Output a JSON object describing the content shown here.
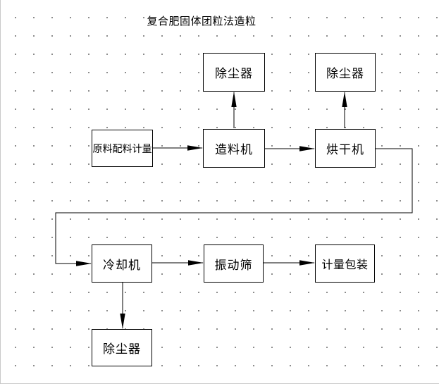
{
  "title": "复合肥固体团粒法造粒",
  "nodes": {
    "dust_top_left": {
      "label": "除尘器"
    },
    "dust_top_right": {
      "label": "除尘器"
    },
    "raw_material": {
      "label": "原料配料计量"
    },
    "granulator": {
      "label": "造料机"
    },
    "dryer": {
      "label": "烘干机"
    },
    "cooler": {
      "label": "冷却机"
    },
    "vibrating_screen": {
      "label": "振动筛"
    },
    "metering_packing": {
      "label": "计量包装"
    },
    "dust_bottom": {
      "label": "除尘器"
    }
  },
  "edges": [
    {
      "from": "raw_material",
      "to": "granulator",
      "style": "arrow"
    },
    {
      "from": "granulator",
      "to": "dryer",
      "style": "arrow"
    },
    {
      "from": "granulator",
      "to": "dust_top_left",
      "style": "arrow"
    },
    {
      "from": "dryer",
      "to": "dust_top_right",
      "style": "arrow"
    },
    {
      "from": "dryer",
      "to": "cooler",
      "style": "arrow-orthogonal-loop"
    },
    {
      "from": "cooler",
      "to": "vibrating_screen",
      "style": "arrow"
    },
    {
      "from": "vibrating_screen",
      "to": "metering_packing",
      "style": "arrow"
    },
    {
      "from": "cooler",
      "to": "dust_bottom",
      "style": "arrow"
    }
  ],
  "colors": {
    "line": "#000000",
    "background": "#ffffff",
    "grid_dot": "#3a3a3a",
    "node_fill": "#ffffff",
    "text": "#000000"
  }
}
